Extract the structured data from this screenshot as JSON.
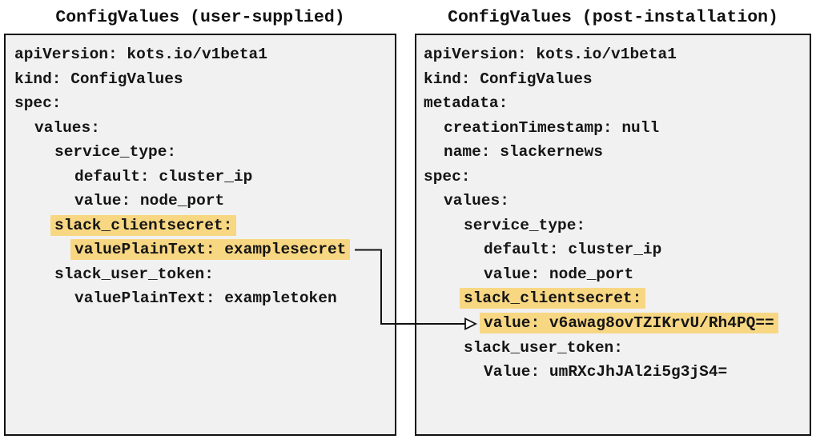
{
  "colors": {
    "panel_background": "#f1f1f1",
    "panel_border": "#111111",
    "highlight": "#f8d783",
    "text": "#151515",
    "page_background": "#ffffff"
  },
  "panels": [
    {
      "title": "ConfigValues (user-supplied)",
      "lines": [
        {
          "indent": 0,
          "text": "apiVersion: kots.io/v1beta1",
          "highlight": false
        },
        {
          "indent": 0,
          "text": "kind: ConfigValues",
          "highlight": false
        },
        {
          "indent": 0,
          "text": "spec:",
          "highlight": false
        },
        {
          "indent": 1,
          "text": "values:",
          "highlight": false
        },
        {
          "indent": 2,
          "text": "service_type:",
          "highlight": false
        },
        {
          "indent": 3,
          "text": "default: cluster_ip",
          "highlight": false
        },
        {
          "indent": 3,
          "text": "value: node_port",
          "highlight": false
        },
        {
          "indent": 2,
          "text": "slack_clientsecret:",
          "highlight": true
        },
        {
          "indent": 3,
          "text": "valuePlainText: examplesecret",
          "highlight": true
        },
        {
          "indent": 2,
          "text": "slack_user_token:",
          "highlight": false
        },
        {
          "indent": 3,
          "text": "valuePlainText: exampletoken",
          "highlight": false
        }
      ]
    },
    {
      "title": "ConfigValues (post-installation)",
      "lines": [
        {
          "indent": 0,
          "text": "apiVersion: kots.io/v1beta1",
          "highlight": false
        },
        {
          "indent": 0,
          "text": "kind: ConfigValues",
          "highlight": false
        },
        {
          "indent": 0,
          "text": "metadata:",
          "highlight": false
        },
        {
          "indent": 1,
          "text": "creationTimestamp: null",
          "highlight": false
        },
        {
          "indent": 1,
          "text": "name: slackernews",
          "highlight": false
        },
        {
          "indent": 0,
          "text": "spec:",
          "highlight": false
        },
        {
          "indent": 1,
          "text": "values:",
          "highlight": false
        },
        {
          "indent": 2,
          "text": "service_type:",
          "highlight": false
        },
        {
          "indent": 3,
          "text": "default: cluster_ip",
          "highlight": false
        },
        {
          "indent": 3,
          "text": "value: node_port",
          "highlight": false
        },
        {
          "indent": 2,
          "text": "slack_clientsecret:",
          "highlight": true
        },
        {
          "indent": 3,
          "text": "value: v6awag8ovTZIKrvU/Rh4PQ==",
          "highlight": true
        },
        {
          "indent": 2,
          "text": "slack_user_token:",
          "highlight": false
        },
        {
          "indent": 3,
          "text": "Value: umRXcJhJAl2i5g3jS4=",
          "highlight": false
        }
      ]
    }
  ],
  "arrow": {
    "name": "plaintext-to-encrypted-value-arrow"
  }
}
